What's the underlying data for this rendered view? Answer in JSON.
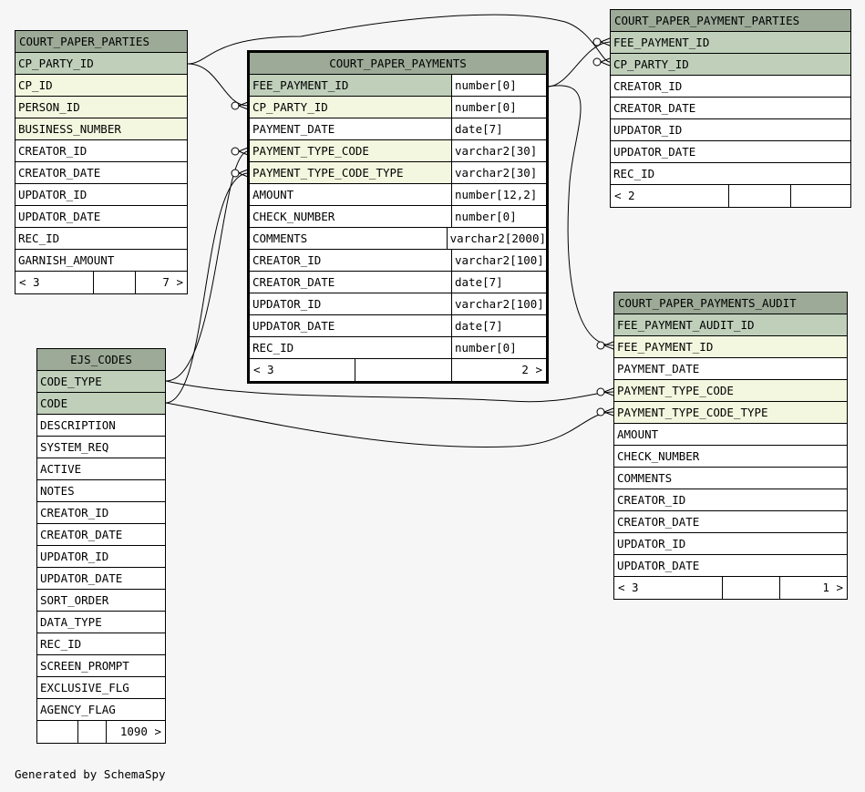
{
  "tables": {
    "court_paper_parties": {
      "name": "COURT_PAPER_PARTIES",
      "rows": [
        {
          "col": "CP_PARTY_ID",
          "kind": "pk"
        },
        {
          "col": "CP_ID",
          "kind": "fk"
        },
        {
          "col": "PERSON_ID",
          "kind": "fk"
        },
        {
          "col": "BUSINESS_NUMBER",
          "kind": "fk"
        },
        {
          "col": "CREATOR_ID",
          "kind": "plain"
        },
        {
          "col": "CREATOR_DATE",
          "kind": "plain"
        },
        {
          "col": "UPDATOR_ID",
          "kind": "plain"
        },
        {
          "col": "UPDATOR_DATE",
          "kind": "plain"
        },
        {
          "col": "REC_ID",
          "kind": "plain"
        },
        {
          "col": "GARNISH_AMOUNT",
          "kind": "plain"
        }
      ],
      "footer": [
        "< 3",
        "",
        "7 >"
      ]
    },
    "court_paper_payments": {
      "name": "COURT_PAPER_PAYMENTS",
      "rows": [
        {
          "col": "FEE_PAYMENT_ID",
          "type": "number[0]",
          "kind": "pk"
        },
        {
          "col": "CP_PARTY_ID",
          "type": "number[0]",
          "kind": "fk"
        },
        {
          "col": "PAYMENT_DATE",
          "type": "date[7]",
          "kind": "plain"
        },
        {
          "col": "PAYMENT_TYPE_CODE",
          "type": "varchar2[30]",
          "kind": "fk"
        },
        {
          "col": "PAYMENT_TYPE_CODE_TYPE",
          "type": "varchar2[30]",
          "kind": "fk"
        },
        {
          "col": "AMOUNT",
          "type": "number[12,2]",
          "kind": "plain"
        },
        {
          "col": "CHECK_NUMBER",
          "type": "number[0]",
          "kind": "plain"
        },
        {
          "col": "COMMENTS",
          "type": "varchar2[2000]",
          "kind": "plain"
        },
        {
          "col": "CREATOR_ID",
          "type": "varchar2[100]",
          "kind": "plain"
        },
        {
          "col": "CREATOR_DATE",
          "type": "date[7]",
          "kind": "plain"
        },
        {
          "col": "UPDATOR_ID",
          "type": "varchar2[100]",
          "kind": "plain"
        },
        {
          "col": "UPDATOR_DATE",
          "type": "date[7]",
          "kind": "plain"
        },
        {
          "col": "REC_ID",
          "type": "number[0]",
          "kind": "plain"
        }
      ],
      "footer": [
        "< 3",
        "",
        "2 >"
      ]
    },
    "court_paper_payment_parties": {
      "name": "COURT_PAPER_PAYMENT_PARTIES",
      "rows": [
        {
          "col": "FEE_PAYMENT_ID",
          "kind": "pk"
        },
        {
          "col": "CP_PARTY_ID",
          "kind": "pk"
        },
        {
          "col": "CREATOR_ID",
          "kind": "plain"
        },
        {
          "col": "CREATOR_DATE",
          "kind": "plain"
        },
        {
          "col": "UPDATOR_ID",
          "kind": "plain"
        },
        {
          "col": "UPDATOR_DATE",
          "kind": "plain"
        },
        {
          "col": "REC_ID",
          "kind": "plain"
        }
      ],
      "footer": [
        "< 2",
        "",
        ""
      ]
    },
    "court_paper_payments_audit": {
      "name": "COURT_PAPER_PAYMENTS_AUDIT",
      "rows": [
        {
          "col": "FEE_PAYMENT_AUDIT_ID",
          "kind": "pk"
        },
        {
          "col": "FEE_PAYMENT_ID",
          "kind": "fk"
        },
        {
          "col": "PAYMENT_DATE",
          "kind": "plain"
        },
        {
          "col": "PAYMENT_TYPE_CODE",
          "kind": "fk"
        },
        {
          "col": "PAYMENT_TYPE_CODE_TYPE",
          "kind": "fk"
        },
        {
          "col": "AMOUNT",
          "kind": "plain"
        },
        {
          "col": "CHECK_NUMBER",
          "kind": "plain"
        },
        {
          "col": "COMMENTS",
          "kind": "plain"
        },
        {
          "col": "CREATOR_ID",
          "kind": "plain"
        },
        {
          "col": "CREATOR_DATE",
          "kind": "plain"
        },
        {
          "col": "UPDATOR_ID",
          "kind": "plain"
        },
        {
          "col": "UPDATOR_DATE",
          "kind": "plain"
        }
      ],
      "footer": [
        "< 3",
        "",
        "1 >"
      ]
    },
    "ejs_codes": {
      "name": "EJS_CODES",
      "rows": [
        {
          "col": "CODE_TYPE",
          "kind": "pk"
        },
        {
          "col": "CODE",
          "kind": "pk"
        },
        {
          "col": "DESCRIPTION",
          "kind": "plain"
        },
        {
          "col": "SYSTEM_REQ",
          "kind": "plain"
        },
        {
          "col": "ACTIVE",
          "kind": "plain"
        },
        {
          "col": "NOTES",
          "kind": "plain"
        },
        {
          "col": "CREATOR_ID",
          "kind": "plain"
        },
        {
          "col": "CREATOR_DATE",
          "kind": "plain"
        },
        {
          "col": "UPDATOR_ID",
          "kind": "plain"
        },
        {
          "col": "UPDATOR_DATE",
          "kind": "plain"
        },
        {
          "col": "SORT_ORDER",
          "kind": "plain"
        },
        {
          "col": "DATA_TYPE",
          "kind": "plain"
        },
        {
          "col": "REC_ID",
          "kind": "plain"
        },
        {
          "col": "SCREEN_PROMPT",
          "kind": "plain"
        },
        {
          "col": "EXCLUSIVE_FLG",
          "kind": "plain"
        },
        {
          "col": "AGENCY_FLAG",
          "kind": "plain"
        }
      ],
      "footer": [
        "",
        "",
        "1090 >"
      ]
    }
  },
  "colors": {
    "header": "#9caa97",
    "primary_key": "#bfcfba",
    "foreign_key": "#f4f7df",
    "background": "#f6f6f6"
  },
  "relationships": [
    {
      "from": "COURT_PAPER_PAYMENTS.CP_PARTY_ID",
      "to": "COURT_PAPER_PARTIES.CP_PARTY_ID"
    },
    {
      "from": "COURT_PAPER_PAYMENT_PARTIES.CP_PARTY_ID",
      "to": "COURT_PAPER_PARTIES.CP_PARTY_ID"
    },
    {
      "from": "COURT_PAPER_PAYMENT_PARTIES.FEE_PAYMENT_ID",
      "to": "COURT_PAPER_PAYMENTS.FEE_PAYMENT_ID"
    },
    {
      "from": "COURT_PAPER_PAYMENTS_AUDIT.FEE_PAYMENT_ID",
      "to": "COURT_PAPER_PAYMENTS.FEE_PAYMENT_ID"
    },
    {
      "from": "COURT_PAPER_PAYMENTS.PAYMENT_TYPE_CODE",
      "to": "EJS_CODES.CODE_TYPE"
    },
    {
      "from": "COURT_PAPER_PAYMENTS.PAYMENT_TYPE_CODE_TYPE",
      "to": "EJS_CODES.CODE"
    },
    {
      "from": "COURT_PAPER_PAYMENTS_AUDIT.PAYMENT_TYPE_CODE",
      "to": "EJS_CODES.CODE_TYPE"
    },
    {
      "from": "COURT_PAPER_PAYMENTS_AUDIT.PAYMENT_TYPE_CODE_TYPE",
      "to": "EJS_CODES.CODE"
    }
  ],
  "credit": "Generated by SchemaSpy"
}
